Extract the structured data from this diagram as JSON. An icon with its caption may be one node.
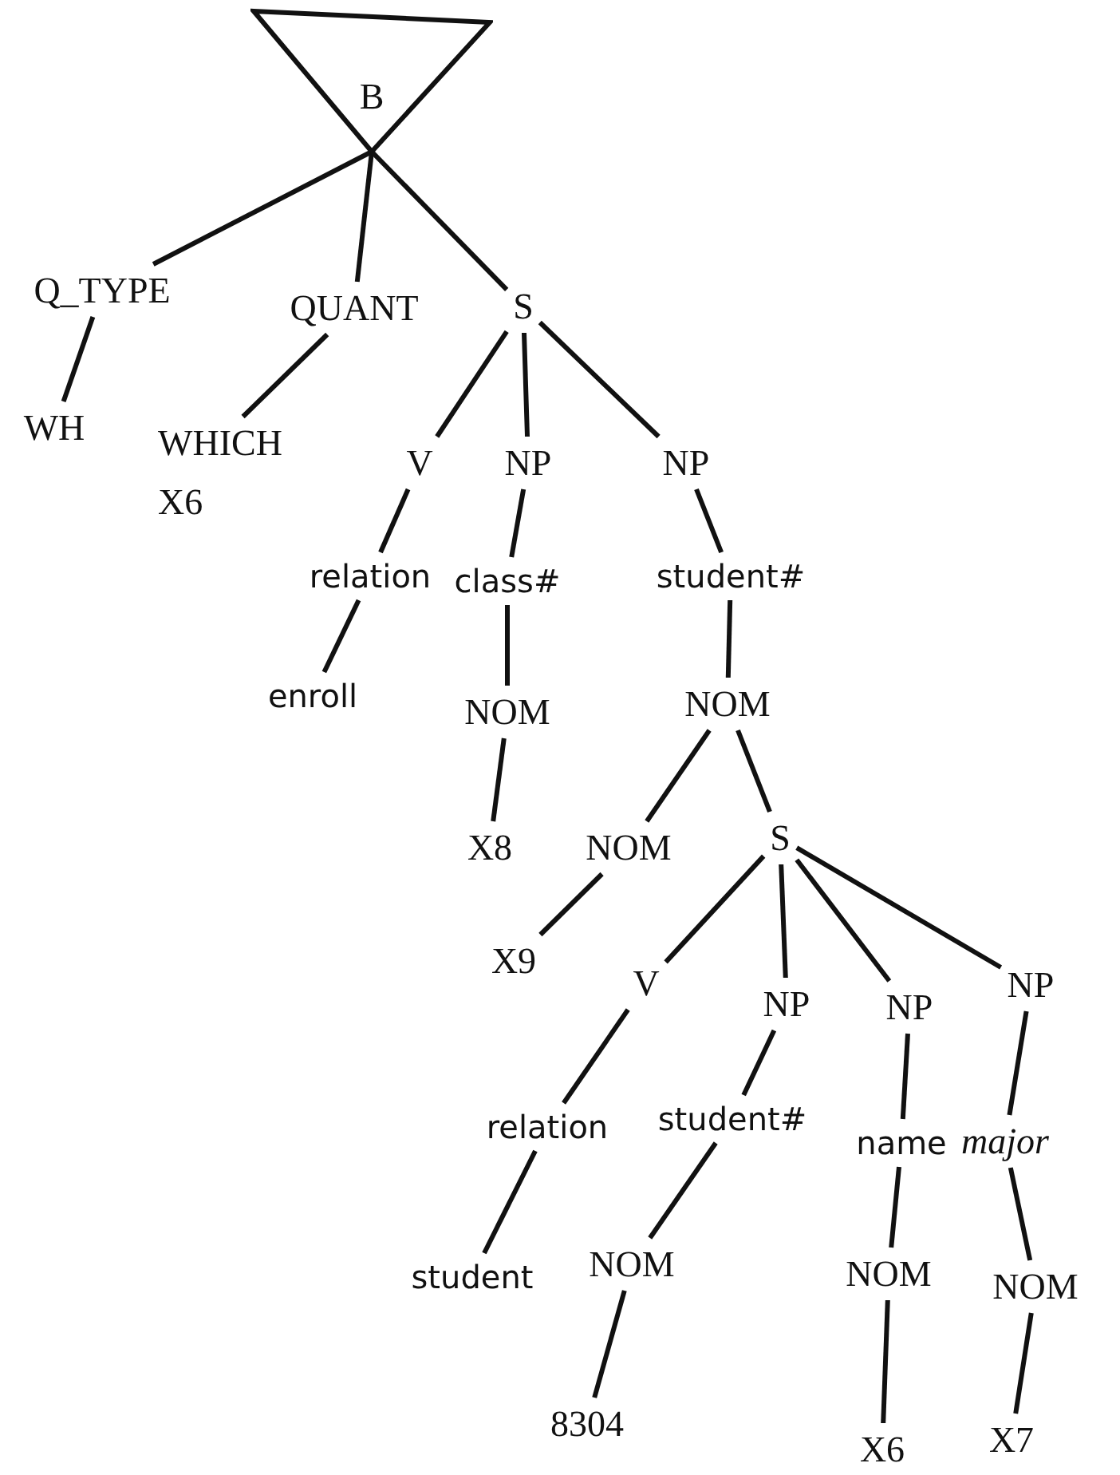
{
  "diagram": {
    "nodes": [
      {
        "text": [
          "B"
        ]
      },
      {
        "text": [
          "Q_TYPE"
        ]
      },
      {
        "text": [
          "QUANT"
        ]
      },
      {
        "text": [
          "S"
        ]
      },
      {
        "text": [
          "WH"
        ]
      },
      {
        "text": [
          "WHICH",
          "X6"
        ]
      },
      {
        "text": [
          "V"
        ]
      },
      {
        "text": [
          "NP"
        ]
      },
      {
        "text": [
          "NP"
        ]
      },
      {
        "text": [
          "relation"
        ]
      },
      {
        "text": [
          "class#"
        ]
      },
      {
        "text": [
          "student#"
        ]
      },
      {
        "text": [
          "enroll"
        ]
      },
      {
        "text": [
          "NOM"
        ]
      },
      {
        "text": [
          "NOM"
        ]
      },
      {
        "text": [
          "X8"
        ]
      },
      {
        "text": [
          "NOM"
        ]
      },
      {
        "text": [
          "S"
        ]
      },
      {
        "text": [
          "X9"
        ]
      },
      {
        "text": [
          "V"
        ]
      },
      {
        "text": [
          "NP"
        ]
      },
      {
        "text": [
          "NP"
        ]
      },
      {
        "text": [
          "NP"
        ]
      },
      {
        "text": [
          "relation"
        ]
      },
      {
        "text": [
          "student#"
        ]
      },
      {
        "text": [
          "name"
        ]
      },
      {
        "text": [
          "major"
        ]
      },
      {
        "text": [
          "student"
        ]
      },
      {
        "text": [
          "NOM"
        ]
      },
      {
        "text": [
          "NOM"
        ]
      },
      {
        "text": [
          "NOM"
        ]
      },
      {
        "text": [
          "8304"
        ]
      },
      {
        "text": [
          "X6"
        ]
      },
      {
        "text": [
          "X7"
        ]
      }
    ],
    "edges": [
      {
        "from": 0,
        "to": 1,
        "arrow": "none"
      },
      {
        "from": 0,
        "to": 2,
        "arrow": "none"
      },
      {
        "from": 0,
        "to": 3,
        "arrow": "none"
      },
      {
        "from": 1,
        "to": 4,
        "arrow": "none"
      },
      {
        "from": 2,
        "to": 5,
        "arrow": "none"
      },
      {
        "from": 3,
        "to": 6,
        "arrow": "none"
      },
      {
        "from": 3,
        "to": 7,
        "arrow": "none"
      },
      {
        "from": 3,
        "to": 8,
        "arrow": "none"
      },
      {
        "from": 6,
        "to": 9,
        "arrow": "none"
      },
      {
        "from": 7,
        "to": 10,
        "arrow": "none"
      },
      {
        "from": 8,
        "to": 11,
        "arrow": "none"
      },
      {
        "from": 9,
        "to": 12,
        "arrow": "none"
      },
      {
        "from": 10,
        "to": 13,
        "arrow": "none"
      },
      {
        "from": 11,
        "to": 14,
        "arrow": "none"
      },
      {
        "from": 13,
        "to": 15,
        "arrow": "none"
      },
      {
        "from": 14,
        "to": 16,
        "arrow": "none"
      },
      {
        "from": 14,
        "to": 17,
        "arrow": "none"
      },
      {
        "from": 16,
        "to": 18,
        "arrow": "none"
      },
      {
        "from": 17,
        "to": 19,
        "arrow": "none"
      },
      {
        "from": 17,
        "to": 20,
        "arrow": "none"
      },
      {
        "from": 17,
        "to": 21,
        "arrow": "none"
      },
      {
        "from": 17,
        "to": 22,
        "arrow": "none"
      },
      {
        "from": 19,
        "to": 23,
        "arrow": "none"
      },
      {
        "from": 20,
        "to": 24,
        "arrow": "none"
      },
      {
        "from": 21,
        "to": 25,
        "arrow": "none"
      },
      {
        "from": 22,
        "to": 26,
        "arrow": "none"
      },
      {
        "from": 23,
        "to": 27,
        "arrow": "none"
      },
      {
        "from": 24,
        "to": 28,
        "arrow": "none"
      },
      {
        "from": 25,
        "to": 29,
        "arrow": "none"
      },
      {
        "from": 26,
        "to": 30,
        "arrow": "none"
      },
      {
        "from": 28,
        "to": 31,
        "arrow": "none"
      },
      {
        "from": 29,
        "to": 32,
        "arrow": "none"
      },
      {
        "from": 30,
        "to": 33,
        "arrow": "none"
      }
    ]
  }
}
